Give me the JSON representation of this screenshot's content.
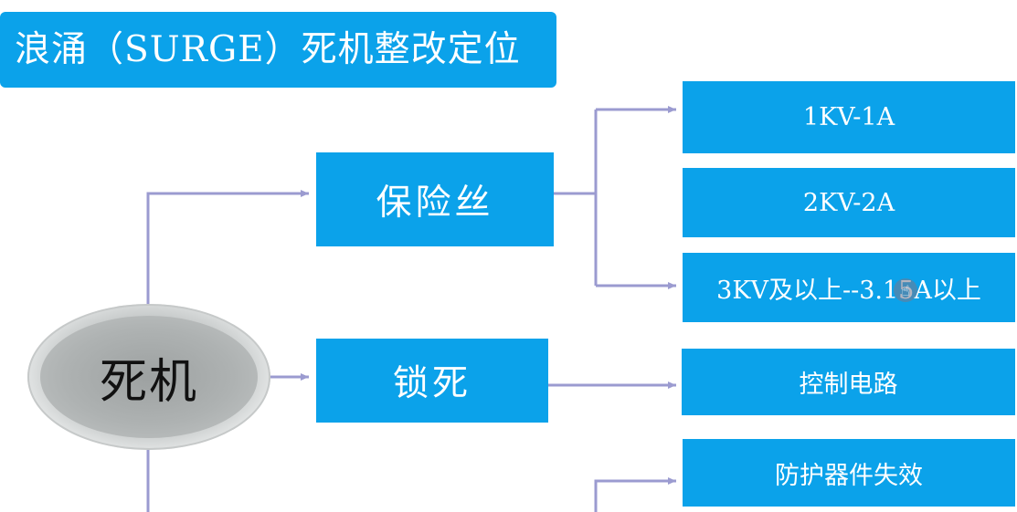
{
  "title": "浪涌（SURGE）死机整改定位",
  "root": {
    "label": "死机"
  },
  "branches": [
    {
      "label": "保险丝",
      "children": [
        "1KV-1A",
        "2KV-2A",
        "3KV及以上--3.15A以上"
      ]
    },
    {
      "label": "锁死",
      "children": [
        "控制电路"
      ]
    },
    {
      "label": "",
      "children": [
        "防护器件失效"
      ]
    }
  ],
  "colors": {
    "box_fill": "#0ba2ea",
    "box_text": "#ffffff",
    "connector": "#9b9bd0",
    "root_fill": "#aeb2b2"
  },
  "icons": {
    "cursor": "hand-pointer-icon"
  }
}
